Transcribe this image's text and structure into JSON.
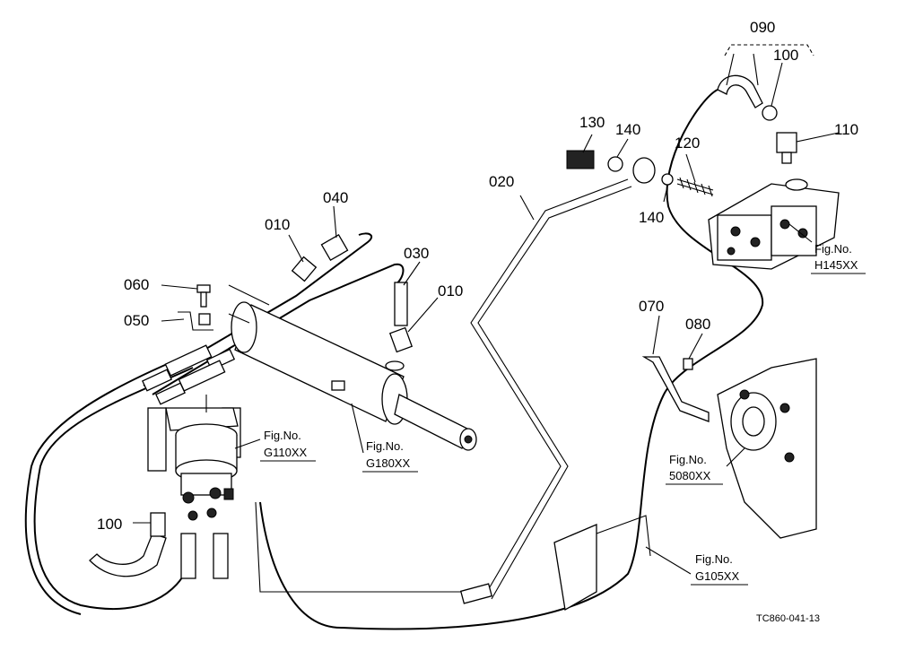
{
  "callouts": [
    {
      "id": "090",
      "label": "090"
    },
    {
      "id": "100a",
      "label": "100"
    },
    {
      "id": "110",
      "label": "110"
    },
    {
      "id": "130",
      "label": "130"
    },
    {
      "id": "140a",
      "label": "140"
    },
    {
      "id": "120",
      "label": "120"
    },
    {
      "id": "140b",
      "label": "140"
    },
    {
      "id": "020",
      "label": "020"
    },
    {
      "id": "040",
      "label": "040"
    },
    {
      "id": "010a",
      "label": "010"
    },
    {
      "id": "030",
      "label": "030"
    },
    {
      "id": "010b",
      "label": "010"
    },
    {
      "id": "060",
      "label": "060"
    },
    {
      "id": "050",
      "label": "050"
    },
    {
      "id": "070",
      "label": "070"
    },
    {
      "id": "080",
      "label": "080"
    },
    {
      "id": "100b",
      "label": "100"
    }
  ],
  "figure_refs": [
    {
      "id": "h145",
      "prefix": "Fig.No.",
      "code": "H145XX"
    },
    {
      "id": "g110",
      "prefix": "Fig.No.",
      "code": "G110XX"
    },
    {
      "id": "g180",
      "prefix": "Fig.No.",
      "code": "G180XX"
    },
    {
      "id": "s080",
      "prefix": "Fig.No.",
      "code": "5080XX"
    },
    {
      "id": "g105",
      "prefix": "Fig.No.",
      "code": "G105XX"
    }
  ],
  "drawing_code": "TC860-041-13"
}
